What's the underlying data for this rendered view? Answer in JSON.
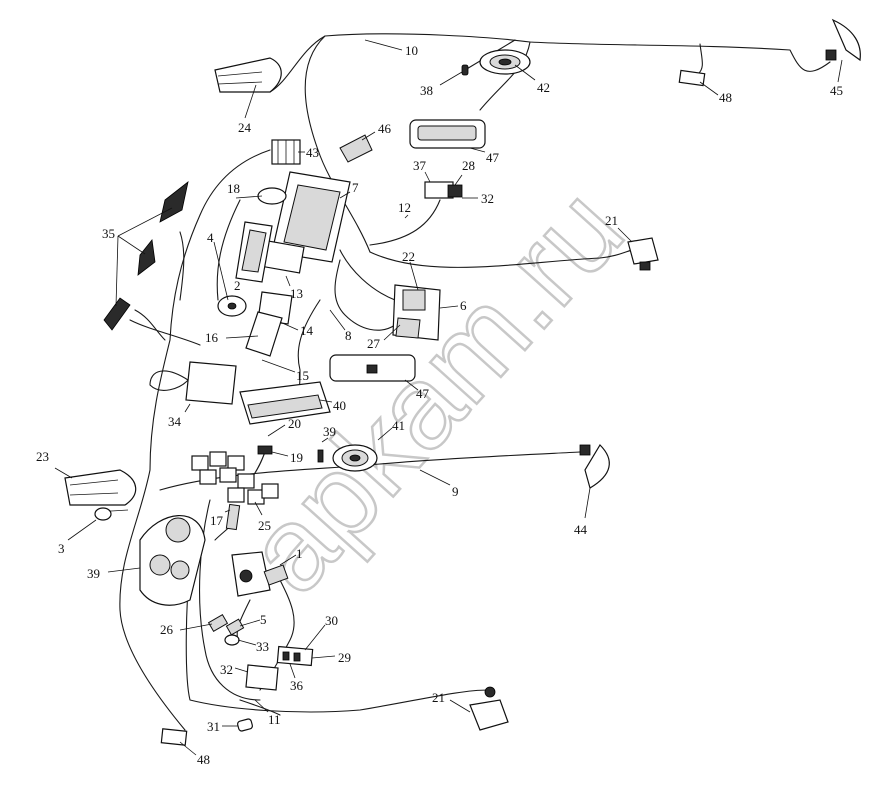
{
  "watermark": "apkam.ru",
  "callouts": [
    {
      "id": "c10",
      "text": "10"
    },
    {
      "id": "c24",
      "text": "24"
    },
    {
      "id": "c38",
      "text": "38"
    },
    {
      "id": "c42",
      "text": "42"
    },
    {
      "id": "c48a",
      "text": "48"
    },
    {
      "id": "c45",
      "text": "45"
    },
    {
      "id": "c46",
      "text": "46"
    },
    {
      "id": "c43",
      "text": "43"
    },
    {
      "id": "c47a",
      "text": "47"
    },
    {
      "id": "c37",
      "text": "37"
    },
    {
      "id": "c28",
      "text": "28"
    },
    {
      "id": "c32a",
      "text": "32"
    },
    {
      "id": "c18",
      "text": "18"
    },
    {
      "id": "c7",
      "text": "7"
    },
    {
      "id": "c12",
      "text": "12"
    },
    {
      "id": "c21a",
      "text": "21"
    },
    {
      "id": "c35",
      "text": "35"
    },
    {
      "id": "c4",
      "text": "4"
    },
    {
      "id": "c2",
      "text": "2"
    },
    {
      "id": "c13",
      "text": "13"
    },
    {
      "id": "c22",
      "text": "22"
    },
    {
      "id": "c6",
      "text": "6"
    },
    {
      "id": "c16",
      "text": "16"
    },
    {
      "id": "c14",
      "text": "14"
    },
    {
      "id": "c8",
      "text": "8"
    },
    {
      "id": "c27",
      "text": "27"
    },
    {
      "id": "c15",
      "text": "15"
    },
    {
      "id": "c47b",
      "text": "47"
    },
    {
      "id": "c34",
      "text": "34"
    },
    {
      "id": "c40",
      "text": "40"
    },
    {
      "id": "c20",
      "text": "20"
    },
    {
      "id": "c41",
      "text": "41"
    },
    {
      "id": "c39a",
      "text": "39"
    },
    {
      "id": "c19",
      "text": "19"
    },
    {
      "id": "c23",
      "text": "23"
    },
    {
      "id": "c9",
      "text": "9"
    },
    {
      "id": "c44",
      "text": "44"
    },
    {
      "id": "c3",
      "text": "3"
    },
    {
      "id": "c17",
      "text": "17"
    },
    {
      "id": "c25",
      "text": "25"
    },
    {
      "id": "c39b",
      "text": "39"
    },
    {
      "id": "c1",
      "text": "1"
    },
    {
      "id": "c26",
      "text": "26"
    },
    {
      "id": "c5",
      "text": "5"
    },
    {
      "id": "c33",
      "text": "33"
    },
    {
      "id": "c30",
      "text": "30"
    },
    {
      "id": "c29",
      "text": "29"
    },
    {
      "id": "c32b",
      "text": "32"
    },
    {
      "id": "c36",
      "text": "36"
    },
    {
      "id": "c11",
      "text": "11"
    },
    {
      "id": "c31",
      "text": "31"
    },
    {
      "id": "c21b",
      "text": "21"
    },
    {
      "id": "c48b",
      "text": "48"
    }
  ]
}
